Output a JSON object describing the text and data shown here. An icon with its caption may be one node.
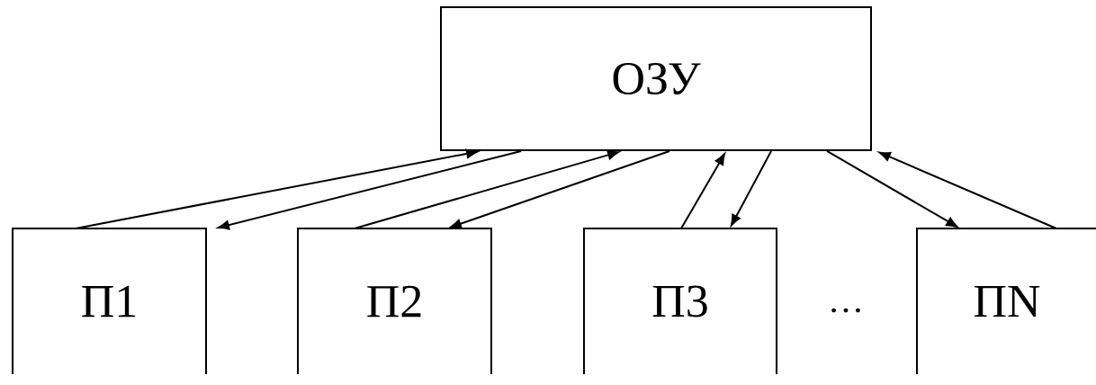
{
  "diagram": {
    "nodes": [
      {
        "text": [
          "ОЗУ"
        ]
      },
      {
        "text": [
          "П1"
        ]
      },
      {
        "text": [
          "П2"
        ]
      },
      {
        "text": [
          "П3"
        ]
      },
      {
        "text": [
          "ПN"
        ]
      }
    ],
    "edges": [
      {
        "from": 1,
        "to": 0,
        "arrow": "to"
      },
      {
        "from": 0,
        "to": 1,
        "arrow": "to"
      },
      {
        "from": 2,
        "to": 0,
        "arrow": "to"
      },
      {
        "from": 0,
        "to": 2,
        "arrow": "to"
      },
      {
        "from": 3,
        "to": 0,
        "arrow": "to"
      },
      {
        "from": 0,
        "to": 3,
        "arrow": "to"
      },
      {
        "from": 0,
        "to": 4,
        "arrow": "to"
      },
      {
        "from": 4,
        "to": 0,
        "arrow": "to"
      }
    ],
    "labels": [
      "…"
    ]
  }
}
